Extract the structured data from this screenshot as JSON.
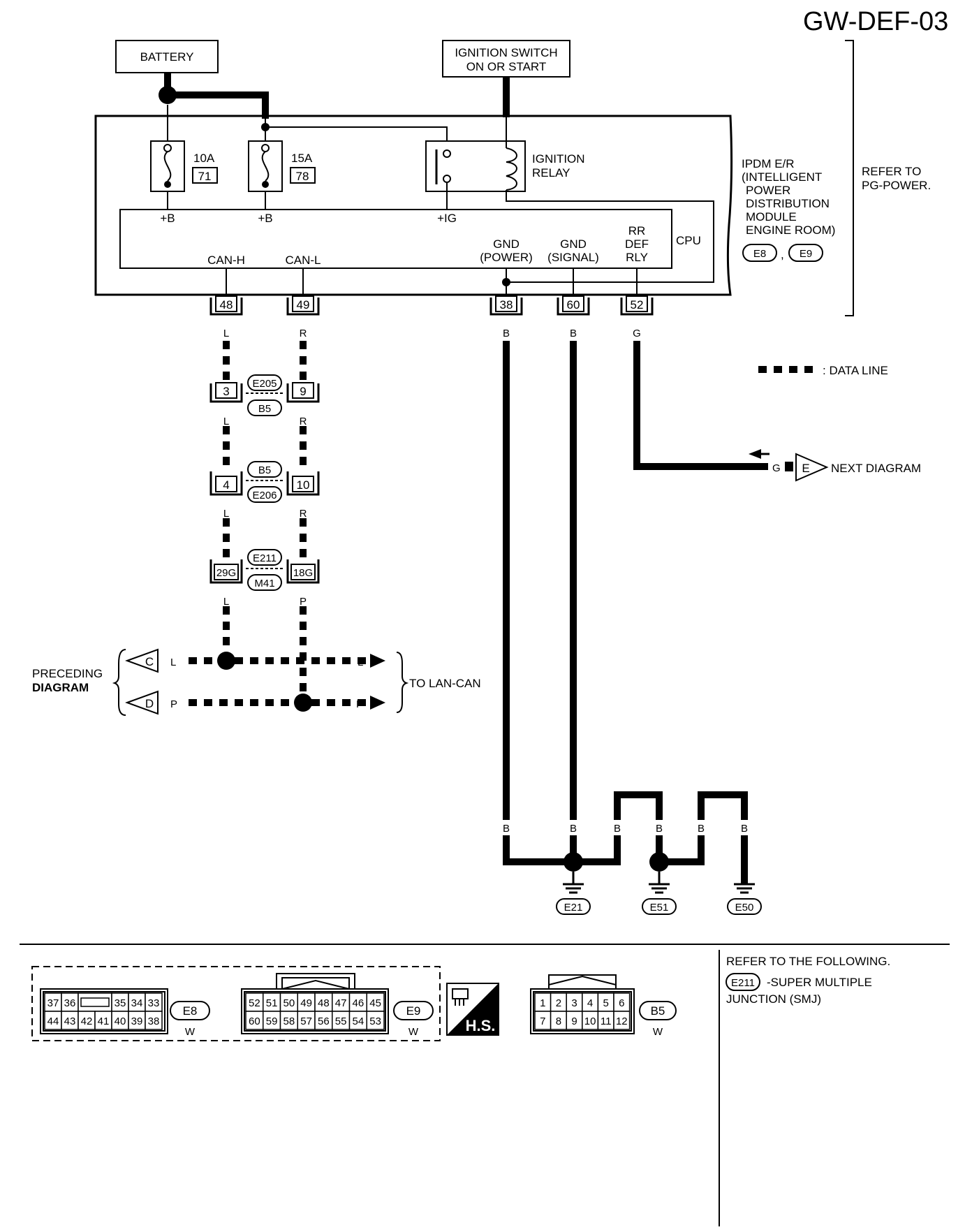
{
  "title": "GW-DEF-03",
  "battery": "BATTERY",
  "ignition_switch": [
    "IGNITION SWITCH",
    "ON OR START"
  ],
  "fuses": [
    {
      "amp": "10A",
      "num": "71"
    },
    {
      "amp": "15A",
      "num": "78"
    }
  ],
  "ignition_relay": [
    "IGNITION",
    "RELAY"
  ],
  "terminals_top": [
    "+B",
    "+B",
    "+IG"
  ],
  "cpu_label": "CPU",
  "cpu_pins": {
    "can_h": "CAN-H",
    "can_l": "CAN-L",
    "gnd_power": [
      "GND",
      "(POWER)"
    ],
    "gnd_signal": [
      "GND",
      "(SIGNAL)"
    ],
    "rr_def": [
      "RR",
      "DEF",
      "RLY"
    ]
  },
  "ipdm": [
    "IPDM E/R",
    "(INTELLIGENT",
    "POWER",
    "DISTRIBUTION",
    "MODULE",
    "ENGINE ROOM)"
  ],
  "ipdm_connectors": [
    "E8",
    "E9"
  ],
  "refer_power": [
    "REFER TO",
    "PG-POWER."
  ],
  "pins": [
    "48",
    "49",
    "38",
    "60",
    "52"
  ],
  "wire_colors": [
    "L",
    "R",
    "B",
    "B",
    "G"
  ],
  "data_line_legend": ": DATA LINE",
  "junctions": [
    {
      "left": "3",
      "right": "9",
      "top": "E205",
      "bottom": "B5"
    },
    {
      "left": "4",
      "right": "10",
      "top": "B5",
      "bottom": "E206"
    },
    {
      "left": "29G",
      "right": "18G",
      "top": "E211",
      "bottom": "M41"
    }
  ],
  "junction_colors": [
    {
      "left": "L",
      "right": "R"
    },
    {
      "left": "L",
      "right": "R"
    },
    {
      "left": "L",
      "right": "P"
    }
  ],
  "next_diagram": {
    "color": "G",
    "letter": "E",
    "label": "NEXT DIAGRAM"
  },
  "preceding": {
    "line1": "PRECEDING",
    "line2": "DIAGRAM",
    "c": "C",
    "d": "D",
    "lc": "L",
    "pc": "P"
  },
  "to_lan_can": "TO LAN-CAN",
  "ground_colors": [
    "B",
    "B",
    "B",
    "B",
    "B",
    "B"
  ],
  "grounds": [
    "E21",
    "E51",
    "E50"
  ],
  "connector_e8": {
    "row1": [
      "37",
      "36",
      "",
      "35",
      "34",
      "33"
    ],
    "row2": [
      "44",
      "43",
      "42",
      "41",
      "40",
      "39",
      "38"
    ],
    "id": "E8",
    "color": "W"
  },
  "connector_e9": {
    "row1": [
      "52",
      "51",
      "50",
      "49",
      "48",
      "47",
      "46",
      "45"
    ],
    "row2": [
      "60",
      "59",
      "58",
      "57",
      "56",
      "55",
      "54",
      "53"
    ],
    "id": "E9",
    "color": "W"
  },
  "hs_label": "H.S.",
  "connector_b5": {
    "row1": [
      "1",
      "2",
      "3",
      "4",
      "5",
      "6"
    ],
    "row2": [
      "7",
      "8",
      "9",
      "10",
      "11",
      "12"
    ],
    "id": "B5",
    "color": "W"
  },
  "refer_following": "REFER TO THE FOLLOWING.",
  "smj": {
    "id": "E211",
    "text1": "-SUPER MULTIPLE",
    "text2": "JUNCTION (SMJ)"
  }
}
